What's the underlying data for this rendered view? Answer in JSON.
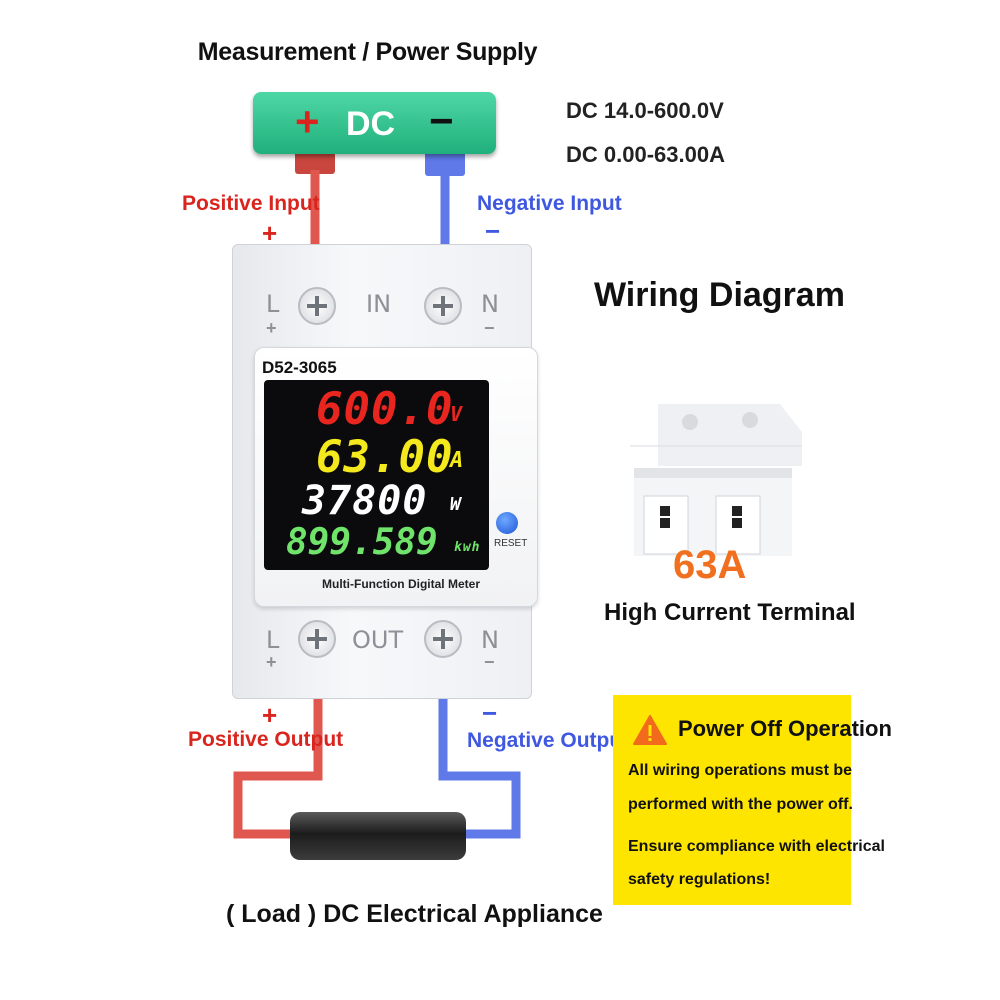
{
  "supply": {
    "title": "Measurement / Power Supply",
    "plus": "+",
    "label": "DC",
    "minus": "−",
    "spec_voltage": "DC 14.0-600.0V",
    "spec_current": "DC 0.00-63.00A"
  },
  "input": {
    "positive_label": "Positive Input",
    "positive_sign": "+",
    "negative_label": "Negative Input",
    "negative_sign": "−"
  },
  "meter": {
    "top_terminals": {
      "left": "L",
      "left_sign": "+",
      "center": "IN",
      "right": "N",
      "right_sign": "−"
    },
    "bottom_terminals": {
      "left": "L",
      "left_sign": "+",
      "center": "OUT",
      "right": "N",
      "right_sign": "−"
    },
    "model": "D52-3065",
    "display": {
      "voltage": "600.0",
      "voltage_unit": "V",
      "current": "63.00",
      "current_unit": "A",
      "power": "37800",
      "power_unit": "W",
      "energy": "899.589",
      "energy_unit": "kwh"
    },
    "reset_label": "RESET",
    "product_label": "Multi-Function Digital Meter",
    "colors": {
      "voltage": "#e8261f",
      "current": "#f4e91c",
      "power": "#ffffff",
      "energy": "#6fe36a"
    }
  },
  "wiring": {
    "title": "Wiring Diagram"
  },
  "terminal": {
    "rating": "63A",
    "caption": "High Current Terminal"
  },
  "output": {
    "positive_label": "Positive Output",
    "positive_sign": "+",
    "negative_label": "Negative Output",
    "negative_sign": "−"
  },
  "warning": {
    "icon": "warning-triangle-icon",
    "title": "Power Off Operation",
    "line1": "All wiring operations must be",
    "line2": "performed with the power off.",
    "line3": "Ensure compliance with electrical",
    "line4": "safety regulations!"
  },
  "load": {
    "label": "( Load ) DC Electrical Appliance"
  },
  "colors": {
    "positive_wire": "#e0574f",
    "negative_wire": "#5f79e8",
    "dc_box": "#28b984",
    "warning_bg": "#fde500"
  }
}
